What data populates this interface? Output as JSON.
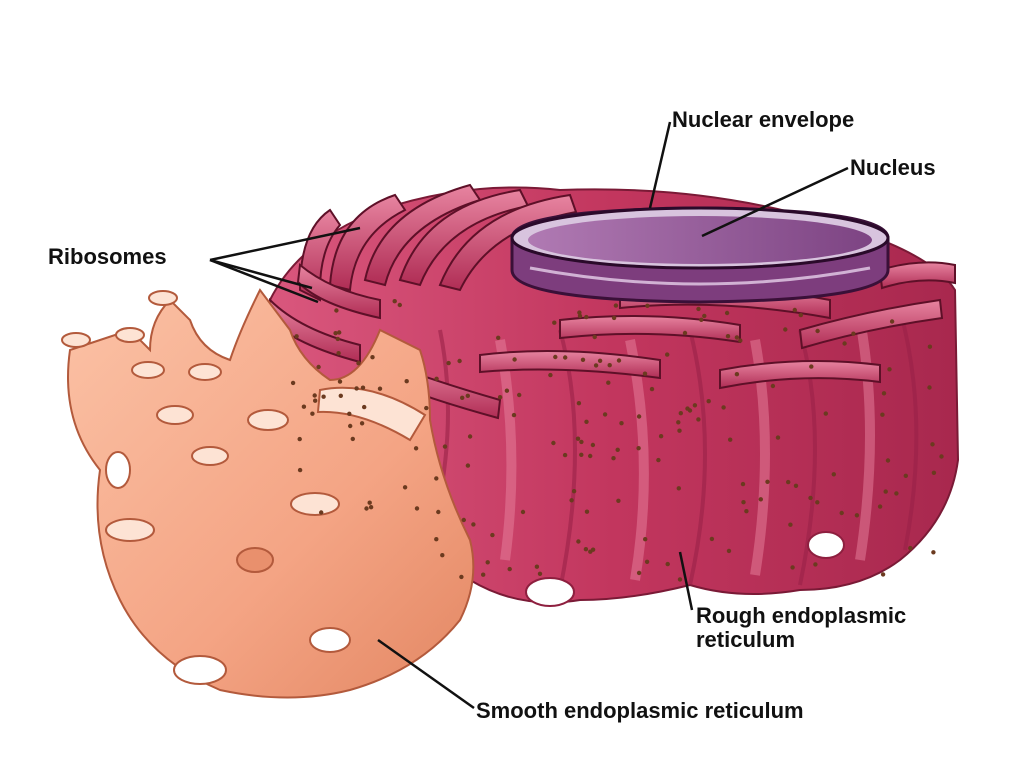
{
  "labels": {
    "nuclear_envelope": "Nuclear envelope",
    "nucleus": "Nucleus",
    "ribosomes": "Ribosomes",
    "rough_er_line1": "Rough endoplasmic",
    "rough_er_line2": "reticulum",
    "smooth_er": "Smooth endoplasmic reticulum"
  },
  "colors": {
    "rough_er": "#c2365e",
    "rough_er_dark": "#8e1f3f",
    "rough_er_light": "#e07a98",
    "smooth_er": "#f4a484",
    "smooth_er_dark": "#d9775a",
    "nucleus": "#9a5d9e",
    "ribosome": "#6b3a1f"
  }
}
